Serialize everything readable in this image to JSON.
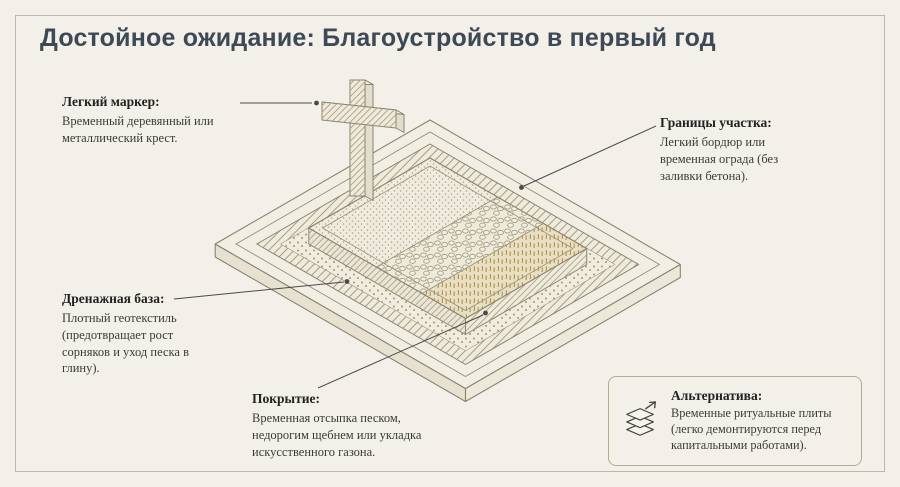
{
  "header": {
    "title": "Достойное ожидание: Благоустройство в первый год"
  },
  "callouts": {
    "marker": {
      "title": "Легкий маркер:",
      "body": "Временный деревянный или металлический крест."
    },
    "boundaries": {
      "title": "Границы участка:",
      "body": "Легкий бордюр или временная ограда (без заливки бетона)."
    },
    "drainage": {
      "title": "Дренажная база:",
      "body": "Плотный геотекстиль (предотвращает рост сорняков и уход песка в глину)."
    },
    "covering": {
      "title": "Покрытие:",
      "body": "Временная отсыпка песком, недорогим щебнем или укладка искусственного газона."
    },
    "alternative": {
      "title": "Альтернатива:",
      "body": "Временные ритуальные плиты (легко демонтируются перед капитальными работами)."
    }
  },
  "icons": {
    "alternative": "stacked-plates-icon",
    "grave_marker": "cross-icon"
  },
  "colors": {
    "background": "#f2f0e9",
    "title_ink": "#3e4956",
    "text_ink": "#3a3a3a",
    "leader_line": "#4a4a4a",
    "outline": "#8a8370",
    "sand": "#ada27f",
    "grass": "#b0944c"
  }
}
